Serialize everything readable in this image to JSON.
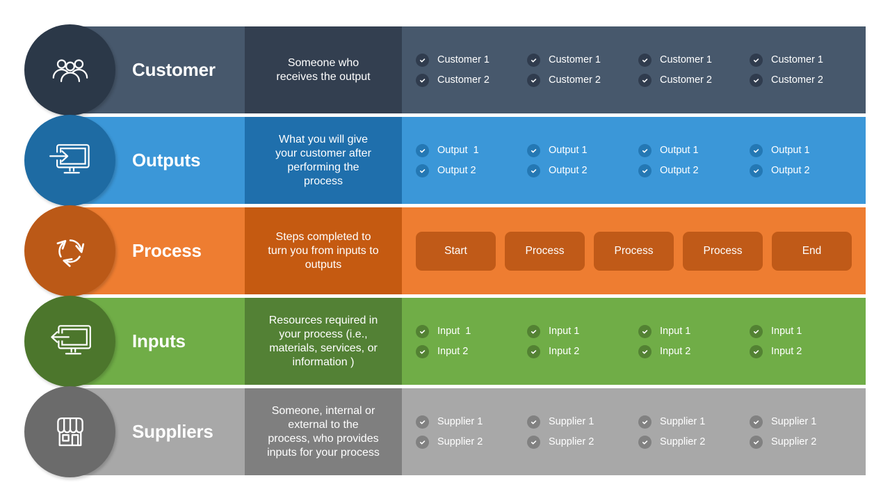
{
  "rows": [
    {
      "id": "customer",
      "title": "Customer",
      "description": "Someone who receives the output",
      "icon": "people-icon",
      "colors": {
        "band": "#47586C",
        "panel": "#333F50",
        "circle": "#2B3848",
        "accent": "#303C4E"
      },
      "content": {
        "type": "checklist",
        "columns": [
          [
            "Customer 1",
            "Customer 2"
          ],
          [
            "Customer 1",
            "Customer 2"
          ],
          [
            "Customer 1",
            "Customer 2"
          ],
          [
            "Customer 1",
            "Customer 2"
          ]
        ]
      }
    },
    {
      "id": "outputs",
      "title": "Outputs",
      "description": "What you will give your customer after performing the process",
      "icon": "monitor-arrow-in-icon",
      "colors": {
        "band": "#3B97D8",
        "panel": "#1F6FAC",
        "circle": "#1E6BA3",
        "accent": "#2478B4"
      },
      "content": {
        "type": "checklist",
        "columns": [
          [
            "Output  1",
            "Output 2"
          ],
          [
            "Output 1",
            "Output 2"
          ],
          [
            "Output 1",
            "Output 2"
          ],
          [
            "Output 1",
            "Output 2"
          ]
        ]
      }
    },
    {
      "id": "process",
      "title": "Process",
      "description": "Steps completed to turn you from inputs to outputs",
      "icon": "cycle-arrows-icon",
      "colors": {
        "band": "#EE7D31",
        "panel": "#C55A11",
        "circle": "#BB5917",
        "accent": "#C05A18"
      },
      "content": {
        "type": "steps",
        "steps": [
          "Start",
          "Process",
          "Process",
          "Process",
          "End"
        ]
      }
    },
    {
      "id": "inputs",
      "title": "Inputs",
      "description": "Resources required in your process (i.e., materials, services, or information )",
      "icon": "monitor-arrow-out-icon",
      "colors": {
        "band": "#70AD47",
        "panel": "#538135",
        "circle": "#4C762C",
        "accent": "#538233"
      },
      "content": {
        "type": "checklist",
        "columns": [
          [
            "Input  1",
            "Input 2"
          ],
          [
            "Input 1",
            "Input 2"
          ],
          [
            "Input 1",
            "Input 2"
          ],
          [
            "Input 1",
            "Input 2"
          ]
        ]
      }
    },
    {
      "id": "suppliers",
      "title": "Suppliers",
      "description": "Someone, internal or external to the process, who provides inputs for your process",
      "icon": "store-icon",
      "colors": {
        "band": "#A8A8A8",
        "panel": "#7F7F7F",
        "circle": "#6B6B6B",
        "accent": "#818181"
      },
      "content": {
        "type": "checklist",
        "columns": [
          [
            "Supplier 1",
            "Supplier 2"
          ],
          [
            "Supplier 1",
            "Supplier 2"
          ],
          [
            "Supplier 1",
            "Supplier 2"
          ],
          [
            "Supplier 1",
            "Supplier 2"
          ]
        ]
      }
    }
  ]
}
